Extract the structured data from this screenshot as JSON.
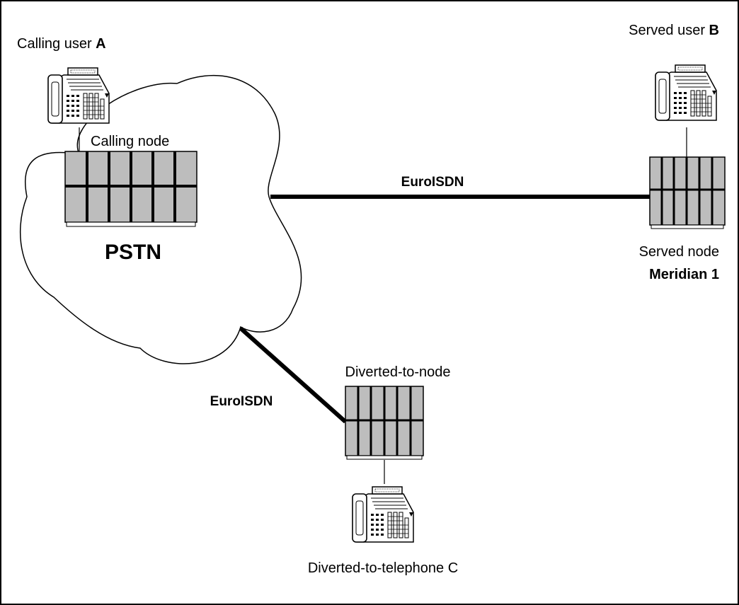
{
  "labels": {
    "calling_user_prefix": "Calling user ",
    "calling_user_id": "A",
    "served_user_prefix": "Served user ",
    "served_user_id": "B",
    "calling_node": "Calling node",
    "pstn": "PSTN",
    "link_top": "EuroISDN",
    "link_bottom": "EuroISDN",
    "served_node": "Served node",
    "served_node_system": "Meridian 1",
    "diverted_node": "Diverted-to-node",
    "diverted_telephone": "Diverted-to-telephone C"
  }
}
